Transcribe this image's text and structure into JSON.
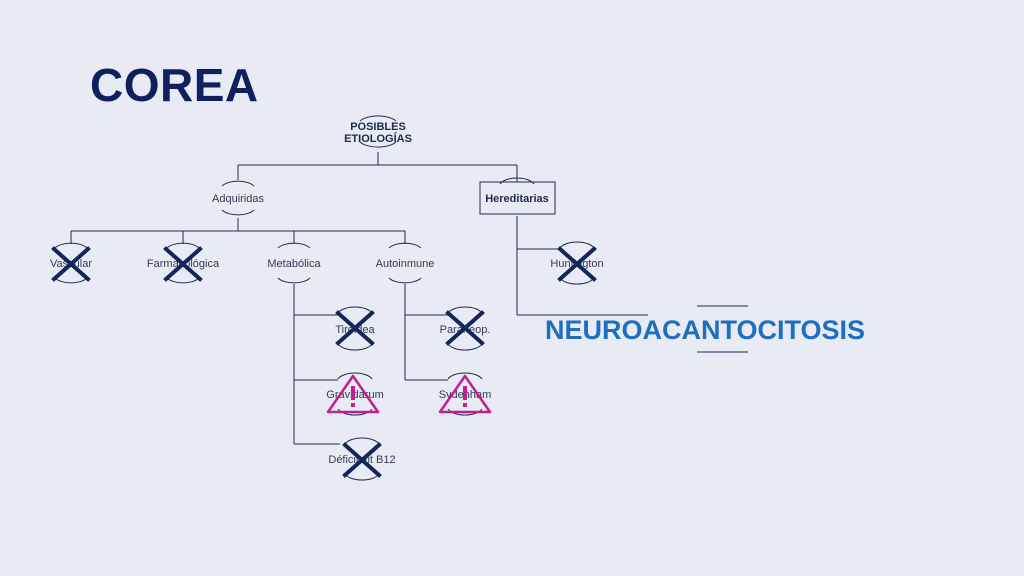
{
  "slide": {
    "title": "COREA",
    "accent_color": "#10205e",
    "highlight_color": "#1e6fbf",
    "warning_color": "#c0208f"
  },
  "diagram": {
    "root": "POSIBLES\nETIOLOGÍAS",
    "acquired": "Adquiridas",
    "hereditary": "Hereditarias",
    "vascular": "Vascular",
    "pharmacologic": "Farmacológica",
    "metabolic": "Metabólica",
    "autoimmune": "Autoinmune",
    "huntington": "Huntington",
    "thyroid": "Tiroidea",
    "gravidarum": "Gravidarum",
    "b12": "Déficit vit B12",
    "paraneoplastic": "Paraneop.",
    "sydenham": "Sydenham",
    "neuro": "NEUROACANTOCITOSIS"
  }
}
